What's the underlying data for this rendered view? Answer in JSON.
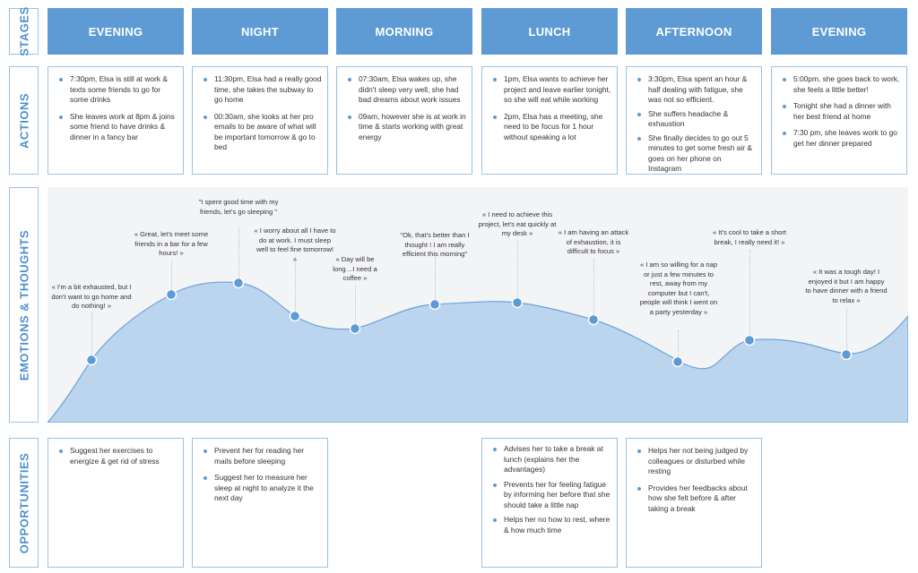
{
  "row_labels": {
    "stages": "STAGES",
    "actions": "ACTIONS",
    "emotions": "EMOTIONS & THOUGHTS",
    "opportunities": "OPPORTUNITIES"
  },
  "stages": [
    "EVENING",
    "NIGHT",
    "MORNING",
    "LUNCH",
    "AFTERNOON",
    "EVENING"
  ],
  "actions": [
    [
      "7:30pm, Elsa is still at work & texts some friends to go for some drinks",
      "She leaves work at 8pm & joins some friend to have drinks & dinner in a fancy bar"
    ],
    [
      "11:30pm, Elsa had a really good time, she takes the subway to go home",
      "00:30am, she looks at her pro emails to be aware of what will be important tomorrow & go to bed"
    ],
    [
      "07:30am, Elsa wakes up, she didn't sleep very well, she had bad dreams about work issues",
      "09am, however she is at work in time & starts working with great energy"
    ],
    [
      "1pm, Elsa wants to achieve her project and leave earlier tonight, so she will eat while working",
      "2pm, Elsa has a meeting, she need to be focus for 1 hour without speaking a lot"
    ],
    [
      "3:30pm, Elsa spent an hour & half dealing with fatigue, she was not so efficient.",
      "She suffers headache & exhaustion",
      "She finally decides to go out 5 minutes to get some fresh air & goes on her phone on Instagram"
    ],
    [
      "5:00pm, she goes back to work, she feels a little better!",
      "Tonight she had a dinner with her best friend at home",
      "7:30 pm, she leaves work to go get her dinner prepared"
    ]
  ],
  "thoughts": [
    "« I'm a bit exhausted, but I don't want to go home and do nothing! »",
    "« Great, let's meet some friends in a bar for a few hours! »",
    "\"I spent good time with my friends, let's go sleeping \"",
    "« I worry about all I have to do at work. I must sleep well to feel fine tomorrow! »",
    "« Day will be long…I need a coffee »",
    "\"Ok, that's better than I thought ! I am really efficient this morning\"",
    "« I need to achieve this project, let's eat quickly at my desk »",
    "« I am having an attack of exhaustion, it is difficult to focus »",
    "« I am so willing for a nap or just a few minutes to rest, away from my computer but I can't, people will think I went on a party yesterday »",
    "« It's cool to take a short break, I really need it! »",
    "« It was a tough day! I enjoyed it but I am happy to have dinner with a friend to relax »"
  ],
  "opportunities": [
    [
      "Suggest her exercises to energize & get rid of stress"
    ],
    [
      "Prevent her for reading her mails before sleeping",
      "Suggest her to measure her sleep at night to analyze it the next day"
    ],
    [],
    [
      "Advises her to take a break at lunch (explains her the advantages)",
      "Prevents her for feeling fatigue by informing her before that she should take a little nap",
      "Helps her no how to rest, where & how much time"
    ],
    [
      "Helps her not being judged by colleagues or disturbed while resting",
      "Provides her feedbacks about how she felt before & after taking a break"
    ],
    []
  ],
  "colors": {
    "stage_fill": "#5e9bd5",
    "border": "#9cc1e3",
    "curve_fill": "#bcd5ee",
    "curve_line": "#6aa3d8",
    "dot": "#5e9bd5",
    "panel_bg": "#f3f4f6"
  }
}
